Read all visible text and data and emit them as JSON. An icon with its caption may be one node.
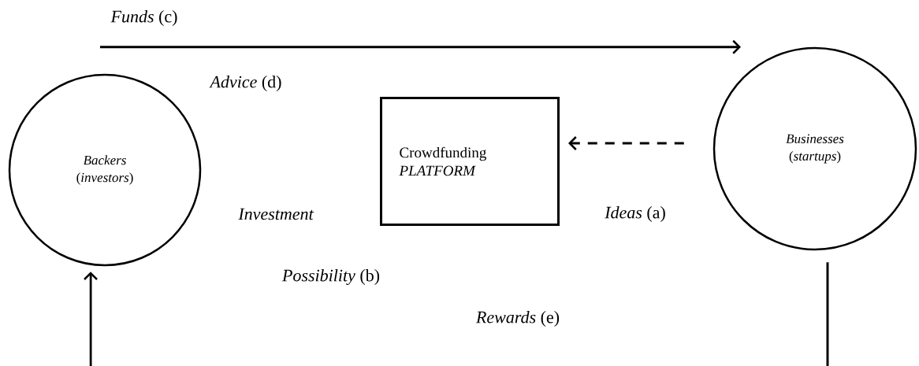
{
  "diagram": {
    "nodes": [
      {
        "text": [
          "*Backers* (*investors*)"
        ]
      },
      {
        "text": [
          "Crowdfunding *PLATFORM*"
        ]
      },
      {
        "text": [
          "*Businesses* (*startups*)"
        ]
      }
    ],
    "edges": [
      {
        "from": 0,
        "to": 2,
        "arrow": "to"
      },
      {
        "from": 2,
        "to": 1,
        "arrow": "to",
        "style": "dashed"
      },
      {
        "from": null,
        "to": 0,
        "arrow": "to"
      },
      {
        "from": 2,
        "to": null,
        "arrow": "none"
      }
    ],
    "labels": [
      "*Funds* (c)",
      "*Advice* (d)",
      "Investment",
      "*Possibility* (b)",
      "*Rewards* (e)",
      "*Ideas* (a)"
    ]
  }
}
